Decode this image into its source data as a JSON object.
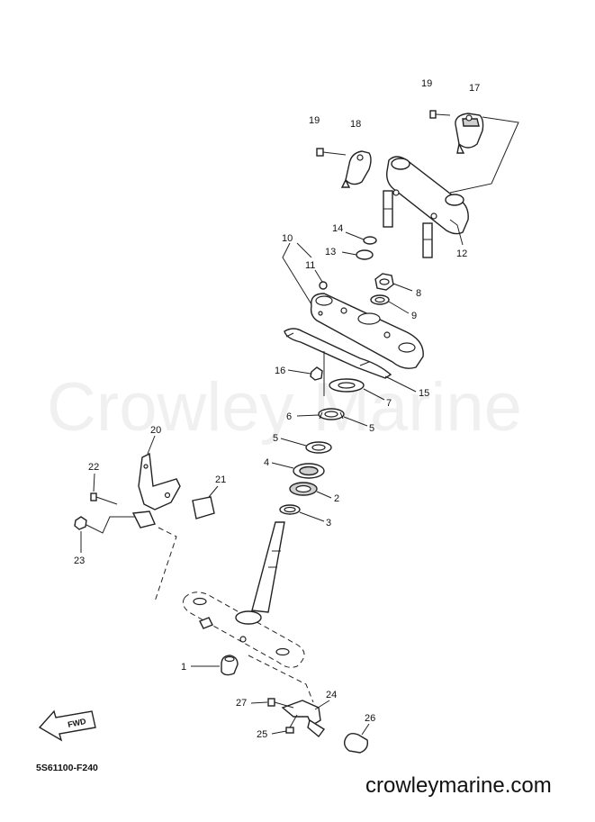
{
  "diagram": {
    "code": "5S61100-F240",
    "fwd_label": "FWD",
    "watermark_large": "Crowley Marine",
    "watermark_url": "crowleymarine.com",
    "callouts": [
      "1",
      "2",
      "3",
      "4",
      "5",
      "5",
      "6",
      "7",
      "8",
      "9",
      "10",
      "11",
      "12",
      "13",
      "14",
      "15",
      "16",
      "17",
      "18",
      "19",
      "19",
      "20",
      "21",
      "22",
      "23",
      "24",
      "25",
      "26",
      "27"
    ]
  }
}
